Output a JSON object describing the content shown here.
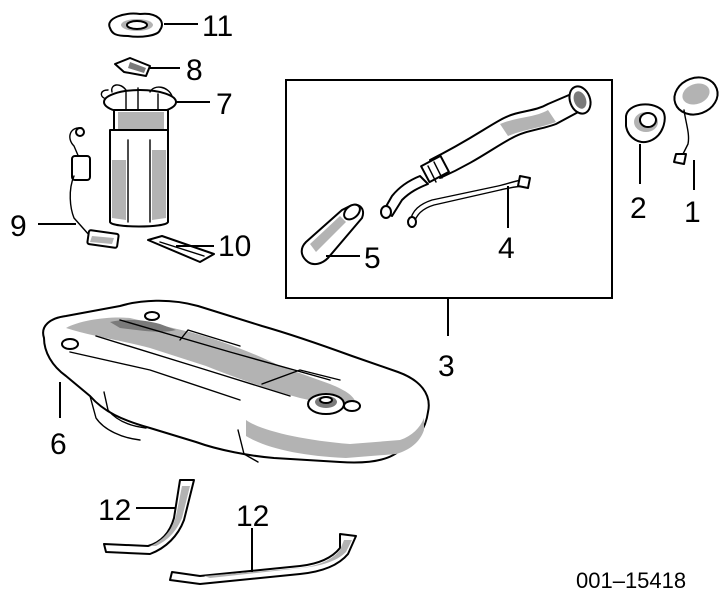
{
  "diagram": {
    "callouts": {
      "c1": "1",
      "c2": "2",
      "c3": "3",
      "c4": "4",
      "c5": "5",
      "c6": "6",
      "c7": "7",
      "c8": "8",
      "c9": "9",
      "c10": "10",
      "c11": "11",
      "c12a": "12",
      "c12b": "12"
    },
    "reference_number": "001–15418"
  },
  "colors": {
    "line": "#000000",
    "shade": "#b3b3b3",
    "background": "#ffffff"
  }
}
